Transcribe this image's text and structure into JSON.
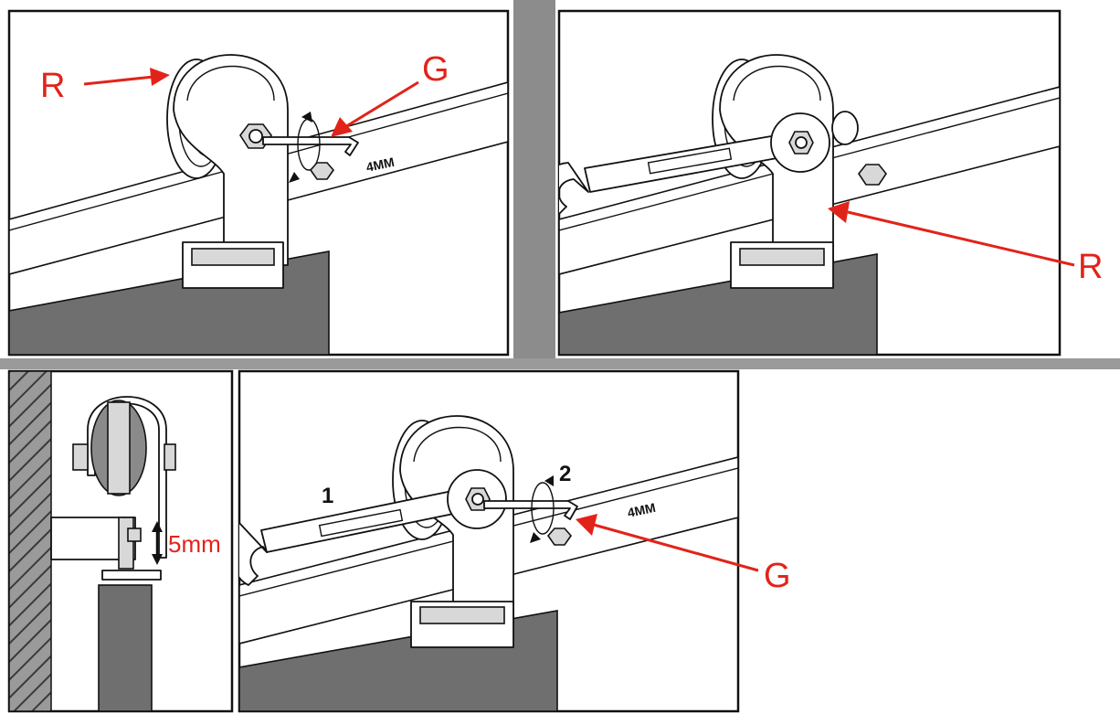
{
  "panel_1": {
    "label_r": "R",
    "label_g": "G",
    "size_text": "4MM"
  },
  "panel_2": {
    "label_r": "R"
  },
  "panel_3": {
    "gap_text": "5mm"
  },
  "panel_4": {
    "step_1": "1",
    "step_2": "2",
    "size_text": "4MM",
    "label_g": "G"
  },
  "colors": {
    "accent": "#e2231a",
    "door": "#6f6f6f",
    "outline": "#111111",
    "background": "#ffffff"
  }
}
